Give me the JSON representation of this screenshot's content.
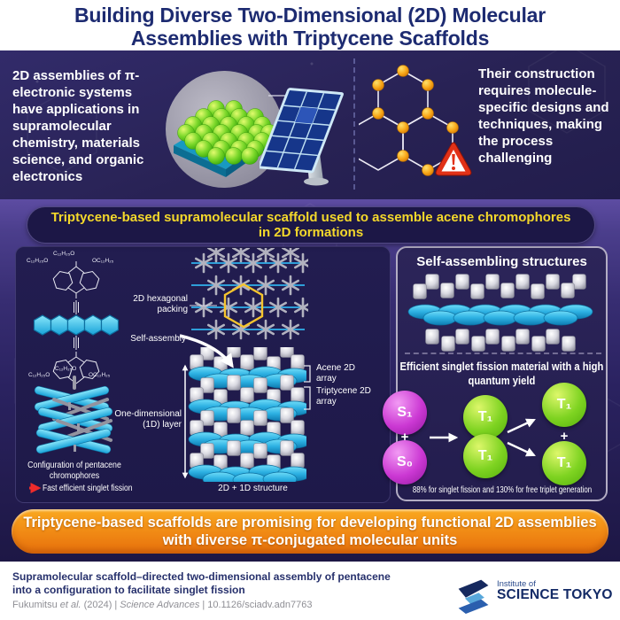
{
  "header": {
    "title": "Building Diverse Two-Dimensional (2D) Molecular Assemblies with Triptycene Scaffolds"
  },
  "intro": {
    "left_text": "2D assemblies of π-electronic systems have applications in supramolecular chemistry, materials science, and organic electronics",
    "right_text": "Their construction requires molecule-specific designs and techniques, making the process challenging"
  },
  "scaffold_banner": {
    "text": "Triptycene-based supramolecular scaffold used to assemble acene chromophores in 2D formations"
  },
  "molecule": {
    "formula_top_left": "C₁₂H₂₅O",
    "formula_top_center": "C₁₂H₂₅O",
    "formula_top_right": "OC₁₂H₂₅",
    "formula_bottom_left": "C₁₂H₂₅O",
    "formula_bottom_center": "C₁₂H₂₅O",
    "formula_bottom_right": "OC₁₂H₂₅"
  },
  "assembly_panel": {
    "hex_packing_label": "2D hexagonal packing",
    "self_assembly_label": "Self-assembly",
    "acene_array_label": "Acene 2D array",
    "triptycene_array_label": "Triptycene 2D array",
    "one_d_layer_label": "One-dimensional (1D) layer",
    "configuration_label": "Configuration of pentacene chromophores",
    "fast_fission_label": "Fast efficient singlet fission",
    "structure_label": "2D + 1D structure"
  },
  "fission_panel": {
    "structures_title": "Self-assembling structures",
    "fission_title": "Efficient singlet fission material with a high quantum yield",
    "state_s1": "S₁",
    "state_s0": "S₀",
    "state_t1": "T₁",
    "plus": "+",
    "caption": "88% for singlet fission and 130% for free triplet generation"
  },
  "conclusion_banner": {
    "text": "Triptycene-based scaffolds are promising for developing functional 2D assemblies with diverse π-conjugated molecular units"
  },
  "footer": {
    "paper_title": "Supramolecular scaffold–directed two-dimensional assembly of pentacene into a configuration to facilitate singlet fission",
    "cite_author": "Fukumitsu",
    "cite_etal": "et al.",
    "cite_year": "(2024)",
    "cite_sep1": "|",
    "cite_journal": "Science Advances",
    "cite_sep2": "|",
    "cite_doi": "10.1126/sciadv.adn7763",
    "logo_top": "Institute of",
    "logo_bottom": "SCIENCE TOKYO"
  },
  "colors": {
    "accent_yellow": "#f4d82b",
    "accent_orange": "#f08814",
    "cyan": "#2cb0e2",
    "green_state": "#7ed321",
    "magenta_state": "#cb38d3",
    "node_orange": "#f8a81a",
    "warning_red": "#e13117",
    "navy_bg": "#221d50",
    "purple_bg": "#5d4ca2",
    "title_navy": "#1d2b71"
  }
}
